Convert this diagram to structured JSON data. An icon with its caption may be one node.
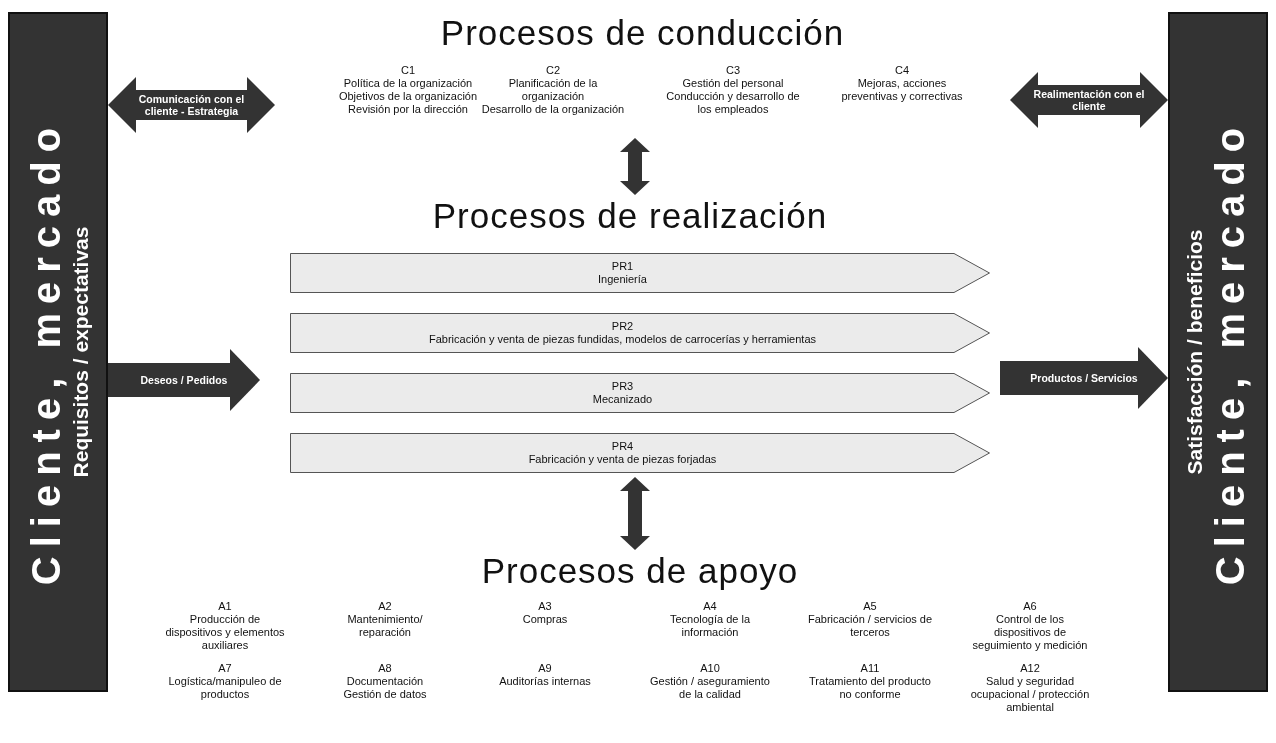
{
  "diagram": {
    "nodes": [
      {
        "text": [
          "Cliente, mercado",
          "Requisitos / expectativas"
        ]
      },
      {
        "text": [
          "Procesos de conducción"
        ]
      },
      {
        "text": [
          "C1",
          "Política de la organización",
          "Objetivos de la organización",
          "Revisión por la dirección"
        ],
        "in": 1
      },
      {
        "text": [
          "C2",
          "Planificación de la organización",
          "Desarrollo de la organización"
        ],
        "in": 1
      },
      {
        "text": [
          "C3",
          "Gestión del personal",
          "Conducción y desarrollo de los empleados"
        ],
        "in": 1
      },
      {
        "text": [
          "C4",
          "Mejoras, acciones preventivas y correctivas"
        ],
        "in": 1
      },
      {
        "text": [
          "Procesos de realización"
        ]
      },
      {
        "text": [
          "PR1",
          "Ingeniería"
        ],
        "in": 6
      },
      {
        "text": [
          "PR2",
          "Fabricación y venta de piezas fundidas, modelos de carrocerías y herramientas"
        ],
        "in": 6
      },
      {
        "text": [
          "PR3",
          "Mecanizado"
        ],
        "in": 6
      },
      {
        "text": [
          "PR4",
          "Fabricación y venta de piezas forjadas"
        ],
        "in": 6
      },
      {
        "text": [
          "Procesos de apoyo"
        ]
      },
      {
        "text": [
          "A1",
          "Producción de dispositivos y elementos auxiliares"
        ],
        "in": 11
      },
      {
        "text": [
          "A2",
          "Mantenimiento/ reparación"
        ],
        "in": 11
      },
      {
        "text": [
          "A3",
          "Compras"
        ],
        "in": 11
      },
      {
        "text": [
          "A4",
          "Tecnología de la información"
        ],
        "in": 11
      },
      {
        "text": [
          "A5",
          "Fabricación / servicios de terceros"
        ],
        "in": 11
      },
      {
        "text": [
          "A6",
          "Control de los dispositivos de seguimiento y medición"
        ],
        "in": 11
      },
      {
        "text": [
          "A7",
          "Logística/manipuleo de productos"
        ],
        "in": 11
      },
      {
        "text": [
          "A8",
          "Documentación",
          "Gestión de datos"
        ],
        "in": 11
      },
      {
        "text": [
          "A9",
          "Auditorías internas"
        ],
        "in": 11
      },
      {
        "text": [
          "A10",
          "Gestión / aseguramiento de la calidad"
        ],
        "in": 11
      },
      {
        "text": [
          "A11",
          "Tratamiento del producto no conforme"
        ],
        "in": 11
      },
      {
        "text": [
          "A12",
          "Salud y seguridad ocupacional / protección ambiental"
        ],
        "in": 11
      },
      {
        "text": [
          "Satisfacción / beneficios",
          "Cliente, mercado"
        ]
      }
    ],
    "edges": [
      {
        "from": 0,
        "to": 1,
        "arrow": "both",
        "label": "Comunicación con el cliente - Estrategia"
      },
      {
        "from": 1,
        "to": 24,
        "arrow": "both",
        "label": "Realimentación con el cliente"
      },
      {
        "from": 1,
        "to": 6,
        "arrow": "both"
      },
      {
        "from": 0,
        "to": 6,
        "arrow": "to",
        "label": "Deseos / Pedidos"
      },
      {
        "from": 6,
        "to": 24,
        "arrow": "to",
        "label": "Productos / Servicios"
      },
      {
        "from": 6,
        "to": 11,
        "arrow": "both"
      }
    ]
  }
}
